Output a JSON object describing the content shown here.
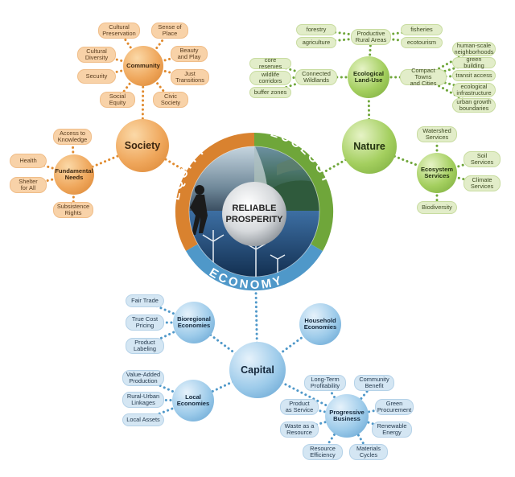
{
  "center": {
    "line1": "RELIABLE",
    "line2": "PROSPERITY"
  },
  "ring": {
    "left": "EQUITY",
    "right": "ECOLOGY",
    "bottom": "ECONOMY"
  },
  "colors": {
    "society": "#e08a2e",
    "nature": "#6fa63a",
    "economy": "#4f98c9"
  },
  "society": {
    "label": "Society",
    "community": {
      "label": "Community",
      "items": [
        "Cultural\nPreservation",
        "Sense of\nPlace",
        "Cultural\nDiversity",
        "Beauty\nand Play",
        "Security",
        "Just\nTransitions",
        "Social\nEquity",
        "Civic\nSociety"
      ]
    },
    "needs": {
      "label": "Fundamental\nNeeds",
      "items": [
        "Access to\nKnowledge",
        "Health",
        "Shelter\nfor All",
        "Subsistence\nRights"
      ]
    }
  },
  "nature": {
    "label": "Nature",
    "landuse": {
      "label": "Ecological\nLand-Use"
    },
    "rural": {
      "label": "Productive\nRural Areas",
      "items": [
        "forestry",
        "agriculture",
        "fisheries",
        "ecotourism"
      ]
    },
    "wildlands": {
      "label": "Connected\nWildlands",
      "items": [
        "core reserves",
        "wildlife\ncorridors",
        "buffer zones"
      ]
    },
    "towns": {
      "label": "Compact Towns\nand Cities",
      "items": [
        "human-scale\nneighborhoods",
        "green building",
        "transit access",
        "ecological\ninfrastructure",
        "urban growth\nboundaries"
      ]
    },
    "services": {
      "label": "Ecosystem\nServices",
      "items": [
        "Watershed\nServices",
        "Soil\nServices",
        "Climate\nServices",
        "Biodiversity"
      ]
    }
  },
  "economy": {
    "label": "Capital",
    "bioregional": {
      "label": "Bioregional\nEconomies",
      "items": [
        "Fair Trade",
        "True Cost\nPricing",
        "Product\nLabeling"
      ]
    },
    "household": {
      "label": "Household\nEconomies"
    },
    "local": {
      "label": "Local\nEconomies",
      "items": [
        "Value-Added\nProduction",
        "Rural-Urban\nLinkages",
        "Local Assets"
      ]
    },
    "progressive": {
      "label": "Progressive\nBusiness",
      "items": [
        "Long-Term\nProfitability",
        "Community\nBenefit",
        "Product\nas Service",
        "Green\nProcurement",
        "Waste as a\nResource",
        "Renewable\nEnergy",
        "Resource\nEfficiency",
        "Materials\nCycles"
      ]
    }
  }
}
